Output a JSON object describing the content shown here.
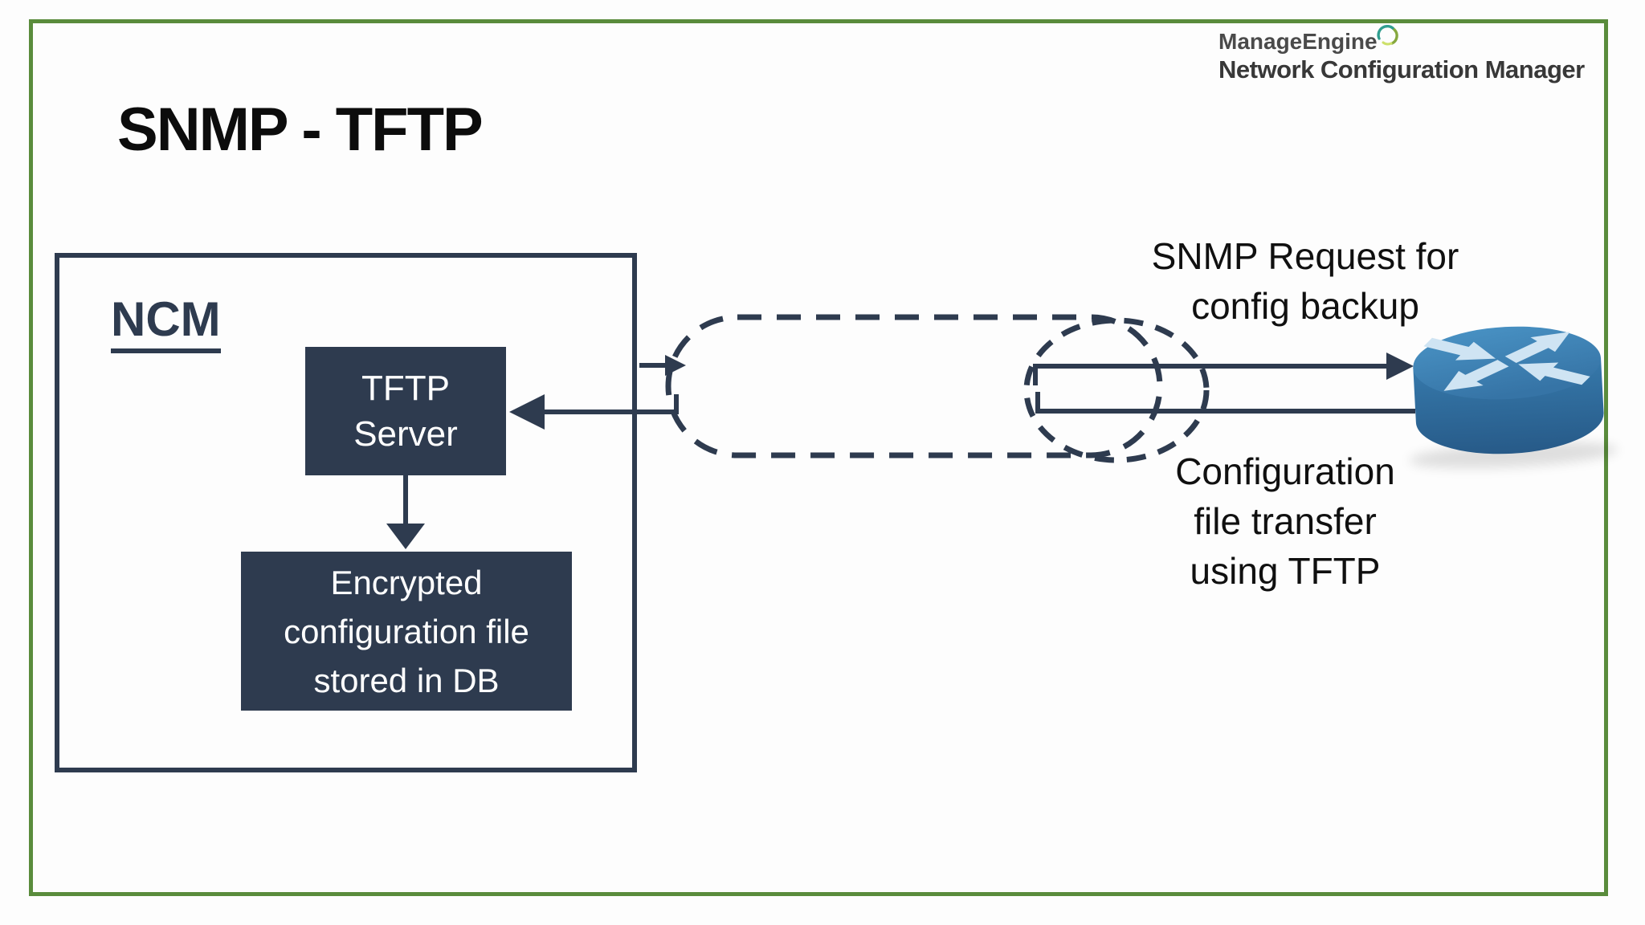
{
  "logo": {
    "brand": "ManageEngine",
    "product": "Network Configuration Manager"
  },
  "title": "SNMP - TFTP",
  "ncm": {
    "label": "NCM",
    "tftp_server": {
      "lines": [
        "TFTP",
        "Server"
      ]
    },
    "encrypted_db": {
      "lines": [
        "Encrypted",
        "configuration file",
        "stored in DB"
      ]
    }
  },
  "annotations": {
    "snmp_request": {
      "lines": [
        "SNMP Request for",
        "config backup"
      ]
    },
    "file_transfer": {
      "lines": [
        "Configuration",
        "file transfer",
        "using TFTP"
      ]
    }
  },
  "icons": {
    "router": "router-icon",
    "logo_swirl": "logo-swirl-icon"
  },
  "colors": {
    "slate": "#2e3b4f",
    "frame_green": "#5a8c3c",
    "router_blue_top": "#4690c0",
    "router_blue_side": "#2d6899",
    "arrow_light": "#cfe4f3",
    "text_black": "#101010",
    "logo_gray": "#4a4a4a"
  }
}
